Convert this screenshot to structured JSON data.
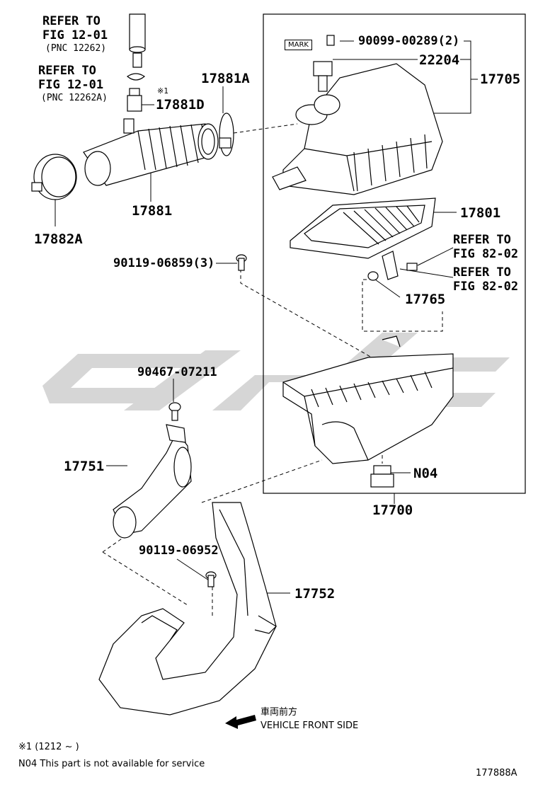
{
  "watermark": {
    "color": "#d6d6d6"
  },
  "refs": {
    "r1_line1": "REFER TO",
    "r1_line2": "FIG 12-01",
    "r1_line3": "(PNC 12262)",
    "r2_line1": "REFER TO",
    "r2_line2": "FIG 12-01",
    "r2_line3": "(PNC 12262A)",
    "r3_line1": "REFER TO",
    "r3_line2": "FIG 82-02",
    "r4_line1": "REFER TO",
    "r4_line2": "FIG 82-02"
  },
  "parts": {
    "p17881A": "17881A",
    "p17881D_mark": "※1",
    "p17881D": "17881D",
    "p17881": "17881",
    "p17882A": "17882A",
    "p90099": "90099-00289(2)",
    "mark_label": "MARK",
    "p22204": "22204",
    "p17705": "17705",
    "p17801": "17801",
    "p90119a": "90119-06859(3)",
    "p17765": "17765",
    "p90467": "90467-07211",
    "p17751": "17751",
    "pN04": "N04",
    "p17700": "17700",
    "p90119b": "90119-06952",
    "p17752": "17752"
  },
  "direction": {
    "jp": "車両前方",
    "en": "VEHICLE FRONT SIDE"
  },
  "footnotes": {
    "note1": "※1 (1212 ~        )",
    "note2": "N04  This part is not available for service"
  },
  "figure_id": "177888A"
}
